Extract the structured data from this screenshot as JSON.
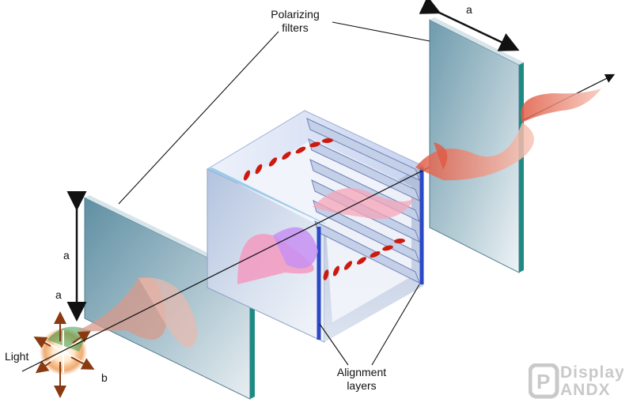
{
  "labels": {
    "polarizing_filters_line1": "Polarizing",
    "polarizing_filters_line2": "filters",
    "alignment_layers_line1": "Alignment",
    "alignment_layers_line2": "layers",
    "light": "Light",
    "axis_a_top": "a",
    "axis_a_left": "a",
    "axis_a_small": "a",
    "axis_b_small": "b"
  },
  "watermark": {
    "line1": "Display",
    "line2": "ANDX",
    "logo_letter": "P"
  },
  "colors": {
    "filter_glass": "#7fa6b4",
    "filter_edge": "#1f8a84",
    "cube_face": "#c9d6ea",
    "alignment_edge": "#2a49c7",
    "wave_red": "#d94a3a",
    "wave_pink": "#f28ab0",
    "wave_purple": "#b07af0",
    "wave_green": "#3a9a4a",
    "molecule_red": "#cc1a10"
  }
}
